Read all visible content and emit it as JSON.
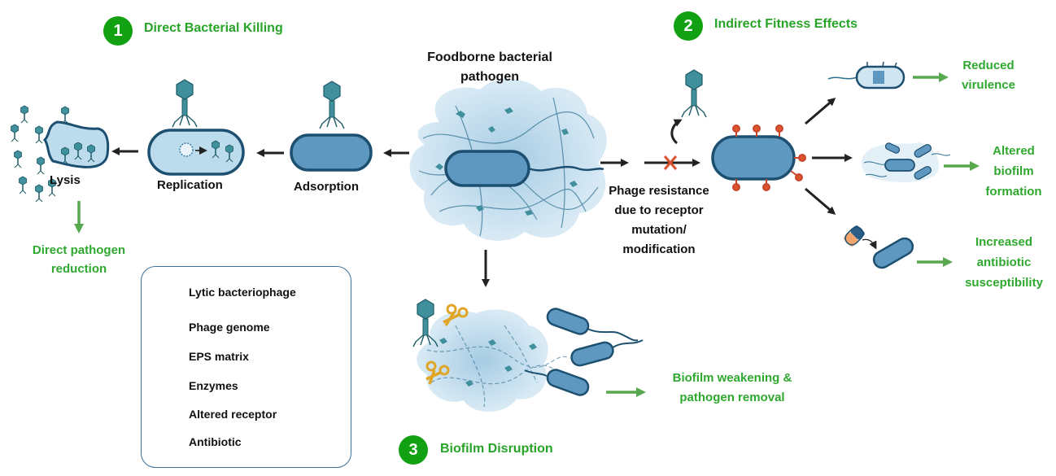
{
  "sections": {
    "one": {
      "number": "1",
      "title": "Direct Bacterial Killing"
    },
    "two": {
      "number": "2",
      "title": "Indirect Fitness Effects"
    },
    "three": {
      "number": "3",
      "title": "Biofilm Disruption"
    }
  },
  "center": {
    "line1": "Foodborne bacterial",
    "line2": "pathogen"
  },
  "stages": {
    "lysis": "Lysis",
    "replication": "Replication",
    "adsorption": "Adsorption"
  },
  "outcomes": {
    "direct_1": "Direct pathogen",
    "direct_2": "reduction",
    "resistance_1": "Phage resistance",
    "resistance_2": "due to receptor",
    "resistance_3": "mutation/",
    "resistance_4": "modification",
    "virulence_1": "Reduced",
    "virulence_2": "virulence",
    "biofilm_1": "Altered",
    "biofilm_2": "biofilm",
    "biofilm_3": "formation",
    "antibiotic_1": "Increased",
    "antibiotic_2": "antibiotic",
    "antibiotic_3": "susceptibility",
    "weakening_1": "Biofilm weakening &",
    "weakening_2": "pathogen removal"
  },
  "legend": [
    {
      "label": "Lytic bacteriophage",
      "icon": "phage-icon"
    },
    {
      "label": "Phage genome",
      "icon": "genome-icon"
    },
    {
      "label": "EPS matrix",
      "icon": "eps-icon"
    },
    {
      "label": "Enzymes",
      "icon": "enzyme-icon"
    },
    {
      "label": "Altered receptor",
      "icon": "receptor-icon"
    },
    {
      "label": "Antibiotic",
      "icon": "antibiotic-icon"
    }
  ],
  "colors": {
    "bacteria_fill": "#5e98c0",
    "bacteria_stroke": "#1d4f70",
    "phage": "#3f8f9c",
    "eps": "#b9d7ea",
    "green_text": "#2fa82f",
    "badge": "#12a112",
    "receptor": "#d9542f",
    "enzyme": "#e0a526"
  }
}
